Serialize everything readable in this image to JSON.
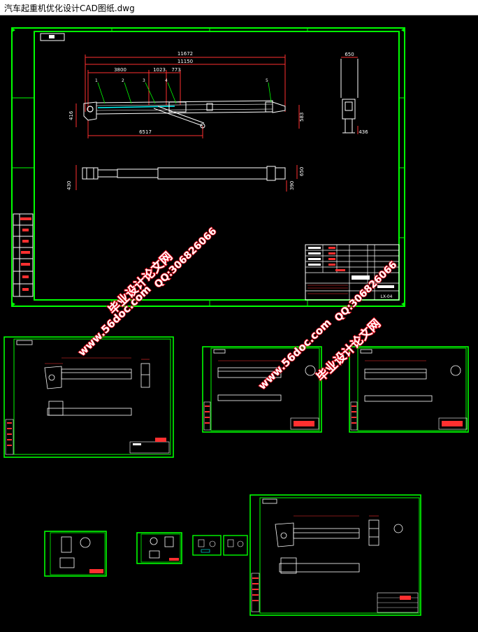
{
  "window": {
    "title": "汽车起重机优化设计CAD图纸.dwg"
  },
  "colors": {
    "background": "#000000",
    "frame": "#00ff00",
    "cad_white": "#ffffff",
    "cad_red": "#ff3030",
    "cad_magenta": "#ff00ff",
    "cad_yellow": "#ffff00",
    "watermark": "#e60012"
  },
  "main_drawing": {
    "dimensions": {
      "overall_length": "11672",
      "boom_length": "11150",
      "seg_a": "3800",
      "seg_b": "1023",
      "seg_c": "773",
      "lower_length": "6517",
      "left_height": "416",
      "right_height": "583",
      "side_width": "650",
      "side_base": "436",
      "plan_height_right": "650",
      "plan_height_left": "430",
      "plan_bottom": "390"
    },
    "balloons": [
      "1",
      "2",
      "3",
      "4",
      "5"
    ],
    "drawing_no": "LX-04"
  },
  "watermarks": [
    {
      "name": "毕业设计论文网",
      "url": "www.56doc.com",
      "qq": "QQ:306826066"
    },
    {
      "name": "毕业设计论文网",
      "url": "www.56doc.com",
      "qq": "QQ:306826066"
    }
  ]
}
